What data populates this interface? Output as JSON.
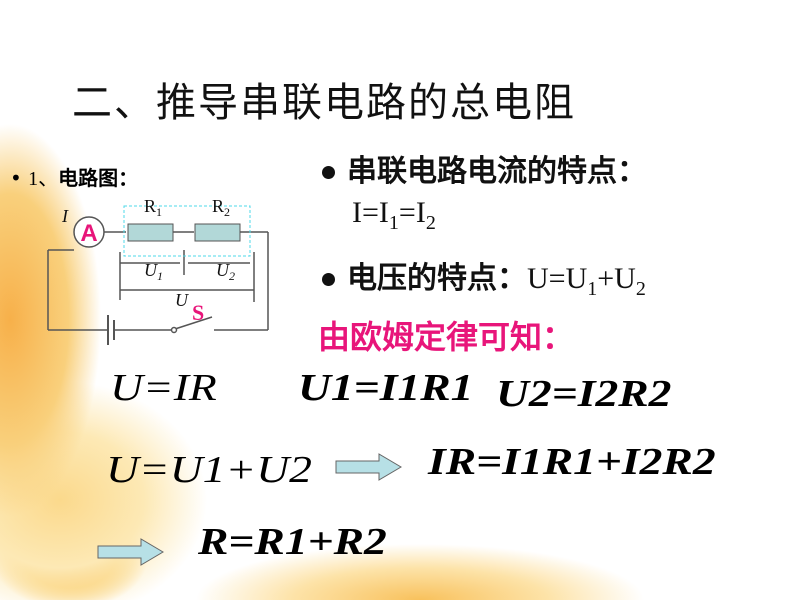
{
  "title": "二、推导串联电路的总电阻",
  "subtitle": {
    "bullet": "•",
    "num": "1、",
    "label": "电路图："
  },
  "circuit": {
    "current": "I",
    "ammeter": "A",
    "r1": "R",
    "r1_sub": "1",
    "r2": "R",
    "r2_sub": "2",
    "u1": "U",
    "u1_sub": "1",
    "u2": "U",
    "u2_sub": "2",
    "u": "U",
    "switch": "S"
  },
  "points": [
    {
      "label": "串联电路电流的特点：",
      "formula": [
        "I=I",
        "1",
        "=I",
        "2"
      ]
    },
    {
      "label": "电压的特点：",
      "formula": [
        "U=U",
        "1",
        "+U",
        "2"
      ]
    }
  ],
  "ohm": "由欧姆定律可知：",
  "equations": [
    "U=IR",
    "U1=I1R1",
    "U2=I2R2",
    "U=U1+U2",
    "IR=I1R1+I2R2",
    "R=R1+R2"
  ],
  "colors": {
    "accent": "#e8157a",
    "resistor": "#b2d8d8",
    "arrow": "#b7e0e6"
  }
}
